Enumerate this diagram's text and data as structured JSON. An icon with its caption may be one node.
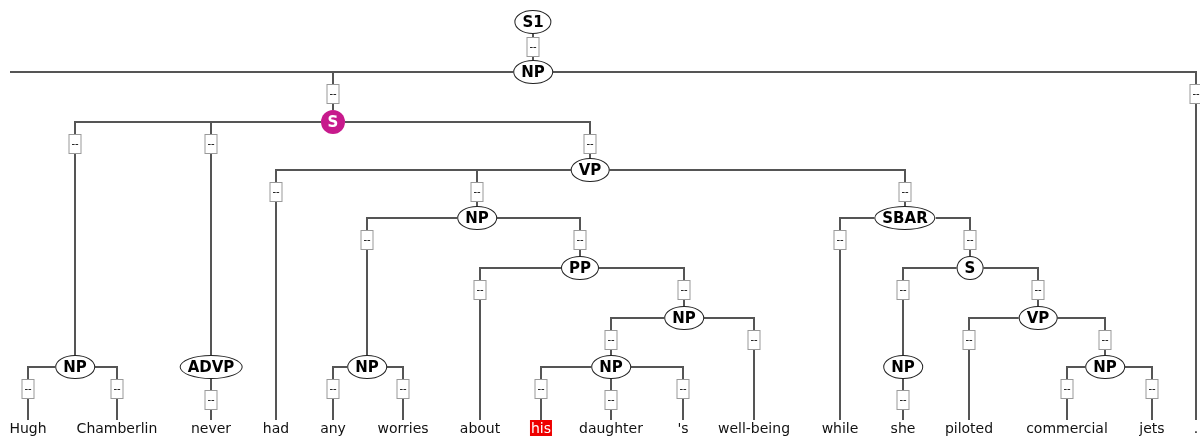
{
  "diagram": {
    "nodes": [
      {
        "text": [
          "S1"
        ]
      },
      {
        "text": [
          "NP"
        ]
      },
      {
        "text": [
          "S"
        ]
      },
      {
        "text": [
          "NP"
        ]
      },
      {
        "text": [
          "ADVP"
        ]
      },
      {
        "text": [
          "VP"
        ]
      },
      {
        "text": [
          "NP"
        ]
      },
      {
        "text": [
          "NP"
        ]
      },
      {
        "text": [
          "PP"
        ]
      },
      {
        "text": [
          "NP"
        ]
      },
      {
        "text": [
          "NP"
        ]
      },
      {
        "text": [
          "SBAR"
        ]
      },
      {
        "text": [
          "S"
        ]
      },
      {
        "text": [
          "NP"
        ]
      },
      {
        "text": [
          "VP"
        ]
      },
      {
        "text": [
          "NP"
        ]
      },
      {
        "text": [
          "Hugh"
        ]
      },
      {
        "text": [
          "Chamberlin"
        ]
      },
      {
        "text": [
          "never"
        ]
      },
      {
        "text": [
          "had"
        ]
      },
      {
        "text": [
          "any"
        ]
      },
      {
        "text": [
          "worries"
        ]
      },
      {
        "text": [
          "about"
        ]
      },
      {
        "text": [
          "his"
        ]
      },
      {
        "text": [
          "daughter"
        ]
      },
      {
        "text": [
          "'s"
        ]
      },
      {
        "text": [
          "well-being"
        ]
      },
      {
        "text": [
          "while"
        ]
      },
      {
        "text": [
          "she"
        ]
      },
      {
        "text": [
          "piloted"
        ]
      },
      {
        "text": [
          "commercial"
        ]
      },
      {
        "text": [
          "jets"
        ]
      },
      {
        "text": [
          "."
        ]
      }
    ],
    "edges": [
      {
        "from": 0,
        "to": 1,
        "arrow": "none",
        "label": "--"
      },
      {
        "from": 1,
        "to": 2,
        "arrow": "none",
        "label": "--"
      },
      {
        "from": 1,
        "to": 32,
        "arrow": "none",
        "label": "--"
      },
      {
        "from": 2,
        "to": 3,
        "arrow": "none",
        "label": "--"
      },
      {
        "from": 2,
        "to": 4,
        "arrow": "none",
        "label": "--"
      },
      {
        "from": 2,
        "to": 5,
        "arrow": "none",
        "label": "--"
      },
      {
        "from": 3,
        "to": 16,
        "arrow": "none",
        "label": "--"
      },
      {
        "from": 3,
        "to": 17,
        "arrow": "none",
        "label": "--"
      },
      {
        "from": 4,
        "to": 18,
        "arrow": "none",
        "label": "--"
      },
      {
        "from": 5,
        "to": 19,
        "arrow": "none",
        "label": "--"
      },
      {
        "from": 5,
        "to": 6,
        "arrow": "none",
        "label": "--"
      },
      {
        "from": 5,
        "to": 11,
        "arrow": "none",
        "label": "--"
      },
      {
        "from": 6,
        "to": 7,
        "arrow": "none",
        "label": "--"
      },
      {
        "from": 6,
        "to": 8,
        "arrow": "none",
        "label": "--"
      },
      {
        "from": 7,
        "to": 20,
        "arrow": "none",
        "label": "--"
      },
      {
        "from": 7,
        "to": 21,
        "arrow": "none",
        "label": "--"
      },
      {
        "from": 8,
        "to": 22,
        "arrow": "none",
        "label": "--"
      },
      {
        "from": 8,
        "to": 9,
        "arrow": "none",
        "label": "--"
      },
      {
        "from": 9,
        "to": 10,
        "arrow": "none",
        "label": "--"
      },
      {
        "from": 9,
        "to": 26,
        "arrow": "none",
        "label": "--"
      },
      {
        "from": 10,
        "to": 23,
        "arrow": "none",
        "label": "--"
      },
      {
        "from": 10,
        "to": 24,
        "arrow": "none",
        "label": "--"
      },
      {
        "from": 10,
        "to": 25,
        "arrow": "none",
        "label": "--"
      },
      {
        "from": 11,
        "to": 27,
        "arrow": "none",
        "label": "--"
      },
      {
        "from": 11,
        "to": 12,
        "arrow": "none",
        "label": "--"
      },
      {
        "from": 12,
        "to": 13,
        "arrow": "none",
        "label": "--"
      },
      {
        "from": 12,
        "to": 14,
        "arrow": "none",
        "label": "--"
      },
      {
        "from": 13,
        "to": 28,
        "arrow": "none",
        "label": "--"
      },
      {
        "from": 14,
        "to": 29,
        "arrow": "none",
        "label": "--"
      },
      {
        "from": 14,
        "to": 15,
        "arrow": "none",
        "label": "--"
      },
      {
        "from": 15,
        "to": 30,
        "arrow": "none",
        "label": "--"
      },
      {
        "from": 15,
        "to": 31,
        "arrow": "none",
        "label": "--"
      }
    ]
  }
}
